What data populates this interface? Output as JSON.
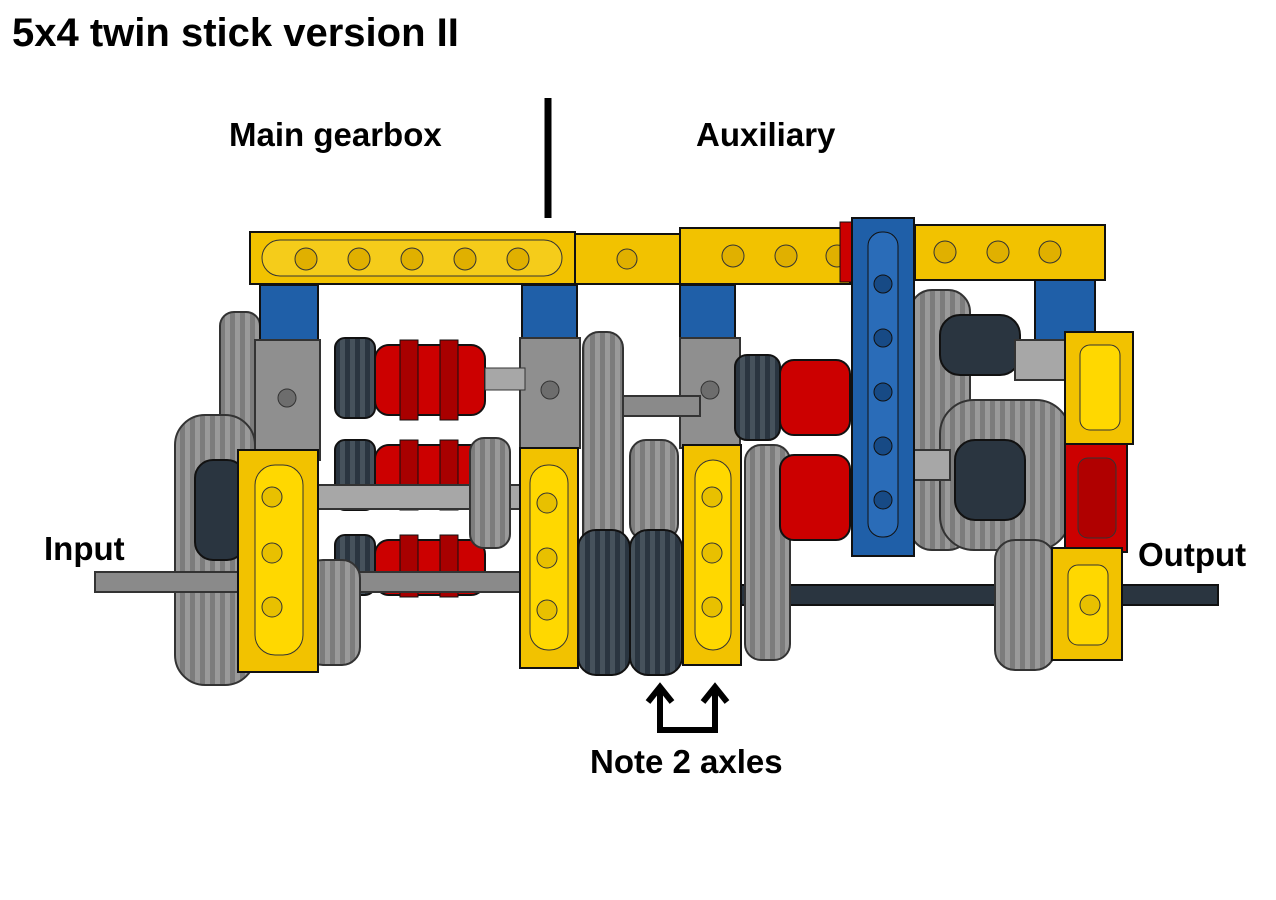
{
  "title": "5x4 twin stick version II",
  "labels": {
    "main_gearbox": "Main gearbox",
    "auxiliary": "Auxiliary",
    "input": "Input",
    "output": "Output",
    "note": "Note 2 axles"
  },
  "colors": {
    "yellow": "#F2C200",
    "bright_yellow": "#FFD800",
    "blue": "#1F5FA8",
    "red": "#CC0000",
    "grey": "#9A9A9A",
    "dark_grey": "#5A5F63",
    "black": "#1E2830"
  }
}
